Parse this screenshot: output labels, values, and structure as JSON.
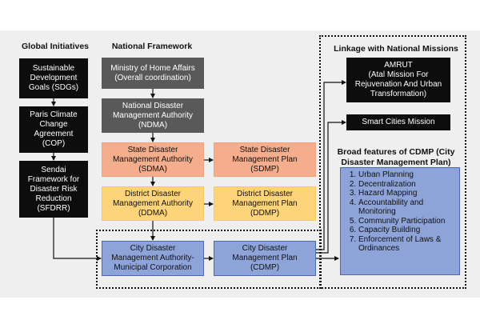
{
  "headers": {
    "global": "Global Initiatives",
    "national": "National Framework",
    "linkage": "Linkage with National Missions",
    "cdmp_features": [
      "Broad features of CDMP (City",
      "Disaster Management Plan)"
    ]
  },
  "global_boxes": [
    [
      "Sustainable",
      "Development",
      "Goals (SDGs)"
    ],
    [
      "Paris Climate",
      "Change",
      "Agreement",
      "(COP)"
    ],
    [
      "Sendai",
      "Framework for",
      "Disaster Risk",
      "Reduction",
      "(SFDRR)"
    ]
  ],
  "national_boxes": {
    "mha": [
      "Ministry of Home Affairs",
      "(Overall coordination)"
    ],
    "ndma": [
      "National Disaster",
      "Management Authority",
      "(NDMA)"
    ],
    "sdma": [
      "State Disaster",
      "Management Authority",
      "(SDMA)"
    ],
    "sdmp": [
      "State Disaster",
      "Management Plan",
      "(SDMP)"
    ],
    "ddma": [
      "District Disaster",
      "Management Authority",
      "(DDMA)"
    ],
    "ddmp": [
      "District Disaster",
      "Management Plan",
      "(DDMP)"
    ],
    "cdma": [
      "City Disaster",
      "Management Authority-",
      "Municipal Corporation"
    ],
    "cdmp": [
      "City Disaster",
      "Management Plan",
      "(CDMP)"
    ]
  },
  "missions": {
    "amrut": [
      "AMRUT",
      "(Atal Mission For",
      "Rejuvenation And Urban",
      "Transformation)"
    ],
    "smart_cities": [
      "Smart Cities Mission"
    ]
  },
  "features": [
    "Urban Planning",
    "Decentralization",
    "Hazard Mapping",
    "Accountability and Monitoring",
    "Community Participation",
    "Capacity Building",
    "Enforcement of Laws & Ordinances"
  ],
  "colors": {
    "black_box": "#0d0d0d",
    "grey_box": "#595959",
    "state_level": "#f4ad8d",
    "district_level": "#fdd47a",
    "city_level": "#8ea4d9",
    "panel_background": "#efefef"
  }
}
